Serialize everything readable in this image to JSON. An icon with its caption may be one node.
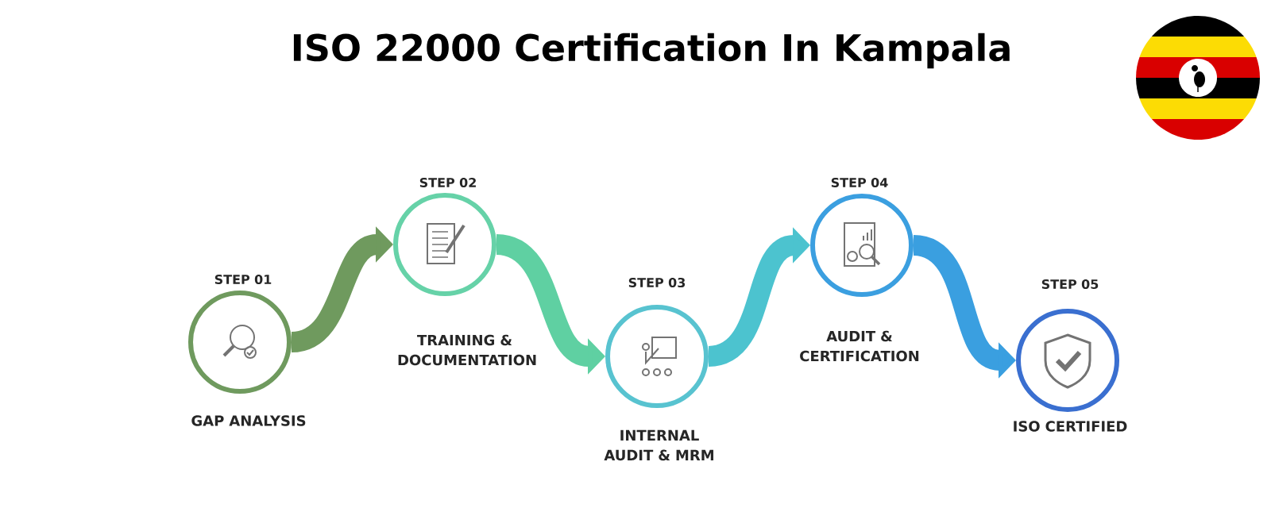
{
  "diagram": {
    "title": "ISO 22000 Certification In Kampala",
    "nodes": [
      {
        "text": [
          "STEP 01",
          "GAP ANALYSIS"
        ]
      },
      {
        "text": [
          "STEP 02",
          "TRAINING & DOCUMENTATION"
        ]
      },
      {
        "text": [
          "STEP 03",
          "INTERNAL AUDIT & MRM"
        ]
      },
      {
        "text": [
          "STEP 04",
          "AUDIT & CERTIFICATION"
        ]
      },
      {
        "text": [
          "STEP 05",
          "ISO CERTIFIED"
        ]
      }
    ],
    "edges": [
      {
        "from": 0,
        "to": 1,
        "arrow": "to",
        "color": "#6f9a5e"
      },
      {
        "from": 1,
        "to": 2,
        "arrow": "to",
        "color": "#5fd0a2"
      },
      {
        "from": 2,
        "to": 3,
        "arrow": "to",
        "color": "#4cc3cf"
      },
      {
        "from": 3,
        "to": 4,
        "arrow": "to",
        "color": "#3a9fe0"
      }
    ]
  }
}
